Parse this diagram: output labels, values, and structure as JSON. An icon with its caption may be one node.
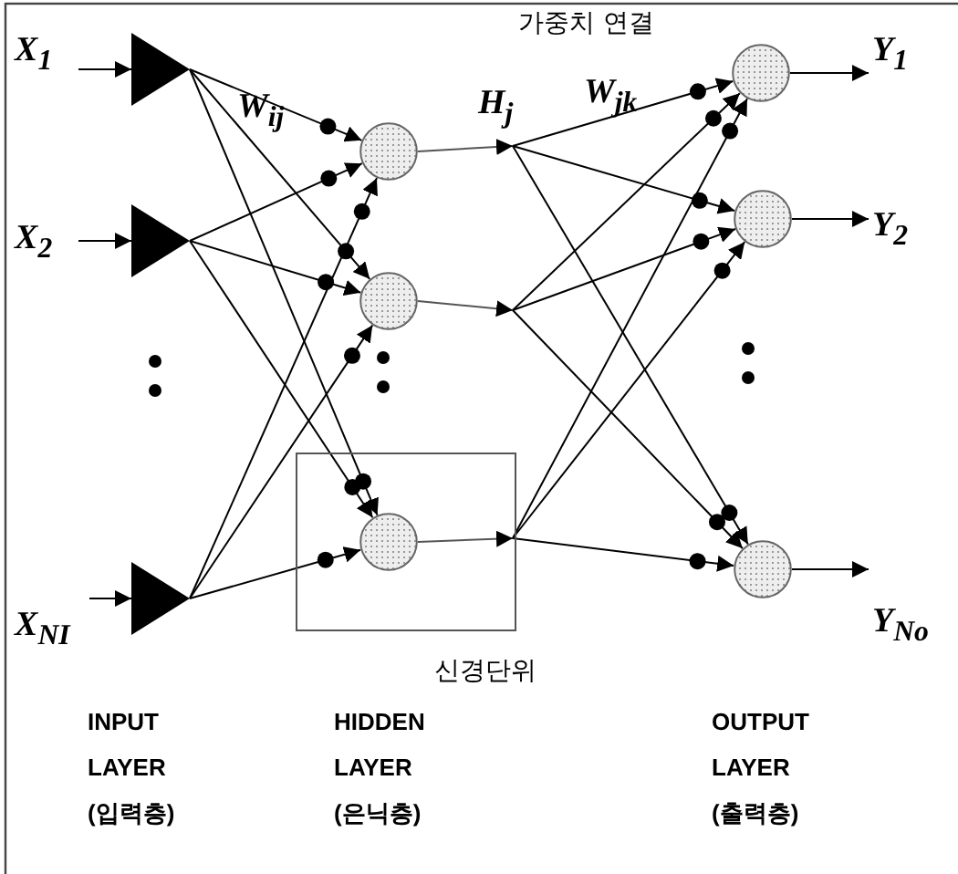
{
  "diagram": {
    "nodes": [
      {
        "text": [
          "X$_{1}$"
        ]
      },
      {
        "text": [
          "X$_{2}$"
        ]
      },
      {
        "text": [
          "X$_{NI}$"
        ]
      },
      {
        "text": [],
        "shape": "triangle"
      },
      {
        "text": [],
        "shape": "triangle"
      },
      {
        "text": [],
        "shape": "triangle"
      },
      {
        "text": [],
        "shape": "circle"
      },
      {
        "text": [],
        "shape": "circle"
      },
      {
        "text": [
          "신경단위"
        ]
      },
      {
        "text": [],
        "shape": "circle",
        "in": 8
      },
      {
        "text": [],
        "shape": "circle"
      },
      {
        "text": [],
        "shape": "circle"
      },
      {
        "text": [],
        "shape": "circle"
      },
      {
        "text": [
          "Y$_{1}$"
        ]
      },
      {
        "text": [
          "Y$_{2}$"
        ]
      },
      {
        "text": [
          "Y$_{No}$"
        ]
      }
    ],
    "edges": [
      {
        "from": 0,
        "to": 3,
        "arrow": "to"
      },
      {
        "from": 1,
        "to": 4,
        "arrow": "to"
      },
      {
        "from": 2,
        "to": 5,
        "arrow": "to"
      },
      {
        "from": 3,
        "to": 6,
        "arrow": "to"
      },
      {
        "from": 3,
        "to": 7,
        "arrow": "to"
      },
      {
        "from": 3,
        "to": 9,
        "arrow": "to"
      },
      {
        "from": 4,
        "to": 6,
        "arrow": "to"
      },
      {
        "from": 4,
        "to": 7,
        "arrow": "to"
      },
      {
        "from": 4,
        "to": 9,
        "arrow": "to"
      },
      {
        "from": 5,
        "to": 6,
        "arrow": "to"
      },
      {
        "from": 5,
        "to": 7,
        "arrow": "to"
      },
      {
        "from": 5,
        "to": 9,
        "arrow": "to"
      },
      {
        "from": 6,
        "to": 10,
        "arrow": "to"
      },
      {
        "from": 6,
        "to": 11,
        "arrow": "to"
      },
      {
        "from": 6,
        "to": 12,
        "arrow": "to"
      },
      {
        "from": 7,
        "to": 10,
        "arrow": "to"
      },
      {
        "from": 7,
        "to": 11,
        "arrow": "to"
      },
      {
        "from": 7,
        "to": 12,
        "arrow": "to"
      },
      {
        "from": 9,
        "to": 10,
        "arrow": "to"
      },
      {
        "from": 9,
        "to": 11,
        "arrow": "to"
      },
      {
        "from": 9,
        "to": 12,
        "arrow": "to"
      },
      {
        "from": 10,
        "to": 13,
        "arrow": "to"
      },
      {
        "from": 11,
        "to": 14,
        "arrow": "to"
      },
      {
        "from": 12,
        "to": 15,
        "arrow": "to"
      }
    ],
    "labels": [
      "가중치 연결",
      "W$_{ij}$",
      "H$_{j}$",
      "W$_{jk}$",
      "INPUT LAYER (입력층)",
      "HIDDEN LAYER (은닉층)",
      "OUTPUT LAYER (출력층)"
    ]
  }
}
